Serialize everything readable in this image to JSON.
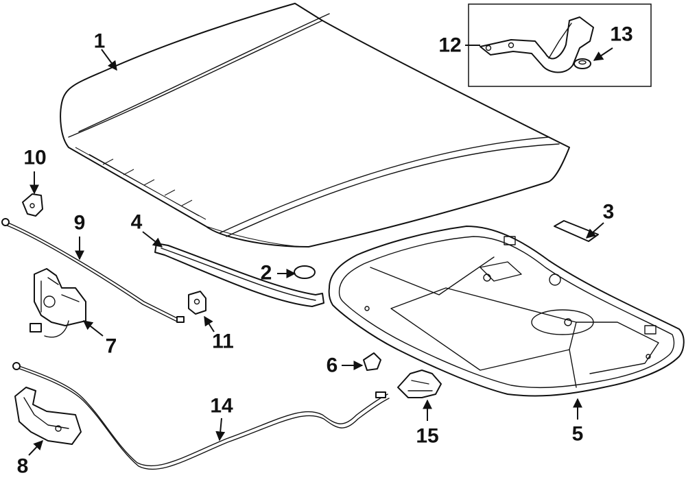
{
  "diagram": {
    "callouts": [
      "1",
      "2",
      "3",
      "4",
      "5",
      "6",
      "7",
      "8",
      "9",
      "10",
      "11",
      "12",
      "13",
      "14",
      "15"
    ],
    "colors": {
      "line": "#111111",
      "background": "#ffffff"
    }
  }
}
